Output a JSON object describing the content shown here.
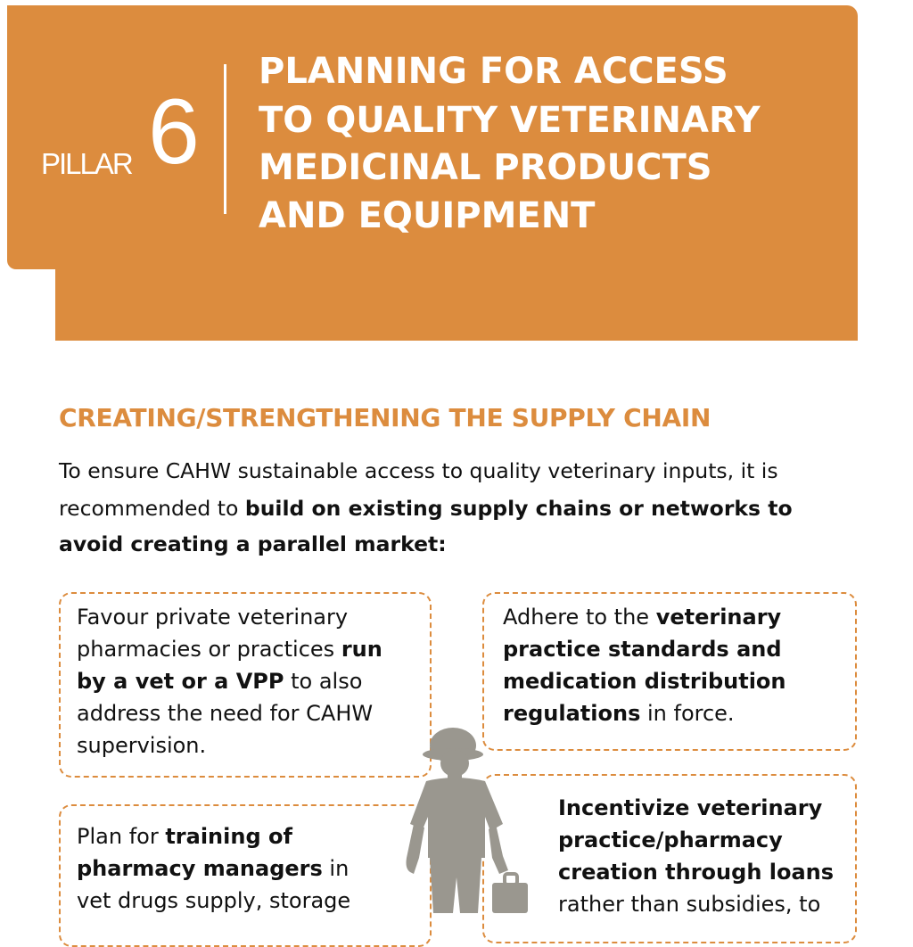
{
  "header": {
    "pillar_label": "PILLAR",
    "pillar_number": "6",
    "title_lines": [
      "PLANNING FOR ACCESS",
      "TO QUALITY VETERINARY",
      "MEDICINAL PRODUCTS",
      "AND EQUIPMENT"
    ]
  },
  "section": {
    "heading": "CREATING/STRENGTHENING THE SUPPLY CHAIN",
    "intro": {
      "line1": "To ensure CAHW sustainable access to quality veterinary inputs, it is",
      "line2_plain": "recommended to ",
      "line2_bold": "build on existing supply chains or networks to",
      "line3_bold": "avoid creating a parallel market:"
    }
  },
  "cards": {
    "private": {
      "l1": "Favour private veterinary",
      "l2_plain": "pharmacies or practices ",
      "l2_bold": "run",
      "l3_bold": "by a vet or a VPP",
      "l3_plain": " to also",
      "l4": "address the need for CAHW",
      "l5": "supervision."
    },
    "standards": {
      "l1_plain": "Adhere to the ",
      "l1_bold": "veterinary",
      "l2_bold": "practice standards and",
      "l3_bold": "medication distribution",
      "l4_bold": "regulations",
      "l4_plain": " in force."
    },
    "training": {
      "l1_plain": "Plan for ",
      "l1_bold": "training of",
      "l2_bold": "pharmacy managers",
      "l2_plain": " in",
      "l3": "vet drugs supply, storage"
    },
    "incentive": {
      "l1_bold": "Incentivize veterinary",
      "l2_bold": "practice/pharmacy",
      "l3_bold": "creation through loans",
      "l4": "rather than subsidies, to"
    }
  },
  "colors": {
    "accent": "#dc8c3e",
    "figure": "#9a978f"
  },
  "icons": {
    "figure": "person-with-bag-icon"
  }
}
